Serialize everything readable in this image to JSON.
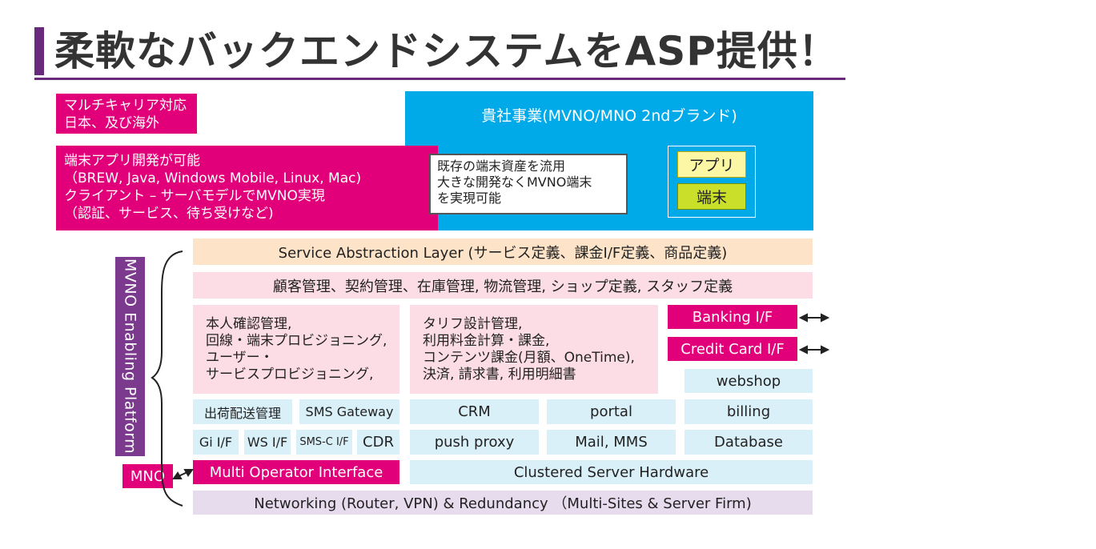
{
  "title": "柔軟なバックエンドシステムをASP提供！",
  "left_boxes": {
    "multicarrier": [
      "マルチキャリア対応",
      "日本、及び海外"
    ],
    "app_dev": [
      "端末アプリ開発が可能",
      "（BREW, Java, Windows Mobile, Linux, Mac)",
      "クライアント – サーバモデルでMVNO実現",
      "（認証、サービス、待ち受けなど)"
    ]
  },
  "business": {
    "title": "貴社事業(MVNO/MNO 2ndブランド)",
    "note": [
      "既存の端末資産を流用",
      "大きな開発なくMVNO端末",
      "を実現可能"
    ],
    "app_label": "アプリ",
    "device_label": "端末"
  },
  "platform": {
    "label": "MVNO Enabling Platform",
    "mno_label": "MNO",
    "service_abstraction": "Service Abstraction Layer (サービス定義、課金I/F定義、商品定義)",
    "customer_mgmt": "顧客管理、契約管理、在庫管理, 物流管理, ショップ定義, スタッフ定義",
    "identity_block": [
      "本人確認管理,",
      "回線・端末プロビジョニング,",
      "ユーザー・",
      "サービスプロビジョニング,"
    ],
    "tariff_block": [
      "タリフ設計管理,",
      "利用料金計算・課金,",
      "コンテンツ課金(月額、OneTime),",
      "決済,  請求書, 利用明細書"
    ],
    "banking_if": "Banking I/F",
    "credit_card_if": "Credit Card I/F",
    "webshop": "webshop",
    "shipping": "出荷配送管理",
    "sms_gateway": "SMS Gateway",
    "crm": "CRM",
    "portal": "portal",
    "billing": "billing",
    "gi_if": "Gi I/F",
    "ws_if": "WS I/F",
    "smsc_if": "SMS-C I/F",
    "cdr": "CDR",
    "push_proxy": "push proxy",
    "mail_mms": "Mail, MMS",
    "database": "Database",
    "multi_operator": "Multi Operator Interface",
    "clustered": "Clustered Server Hardware",
    "networking": "Networking (Router, VPN) & Redundancy （Multi-Sites & Server Firm)"
  },
  "colors": {
    "magenta": "#e2007a",
    "blue": "#00a9e8",
    "purple": "#6a2a7c",
    "peach": "#fde3c8",
    "pink": "#fcdde6",
    "light_blue": "#d9f0f8",
    "lavender": "#e7dced"
  }
}
